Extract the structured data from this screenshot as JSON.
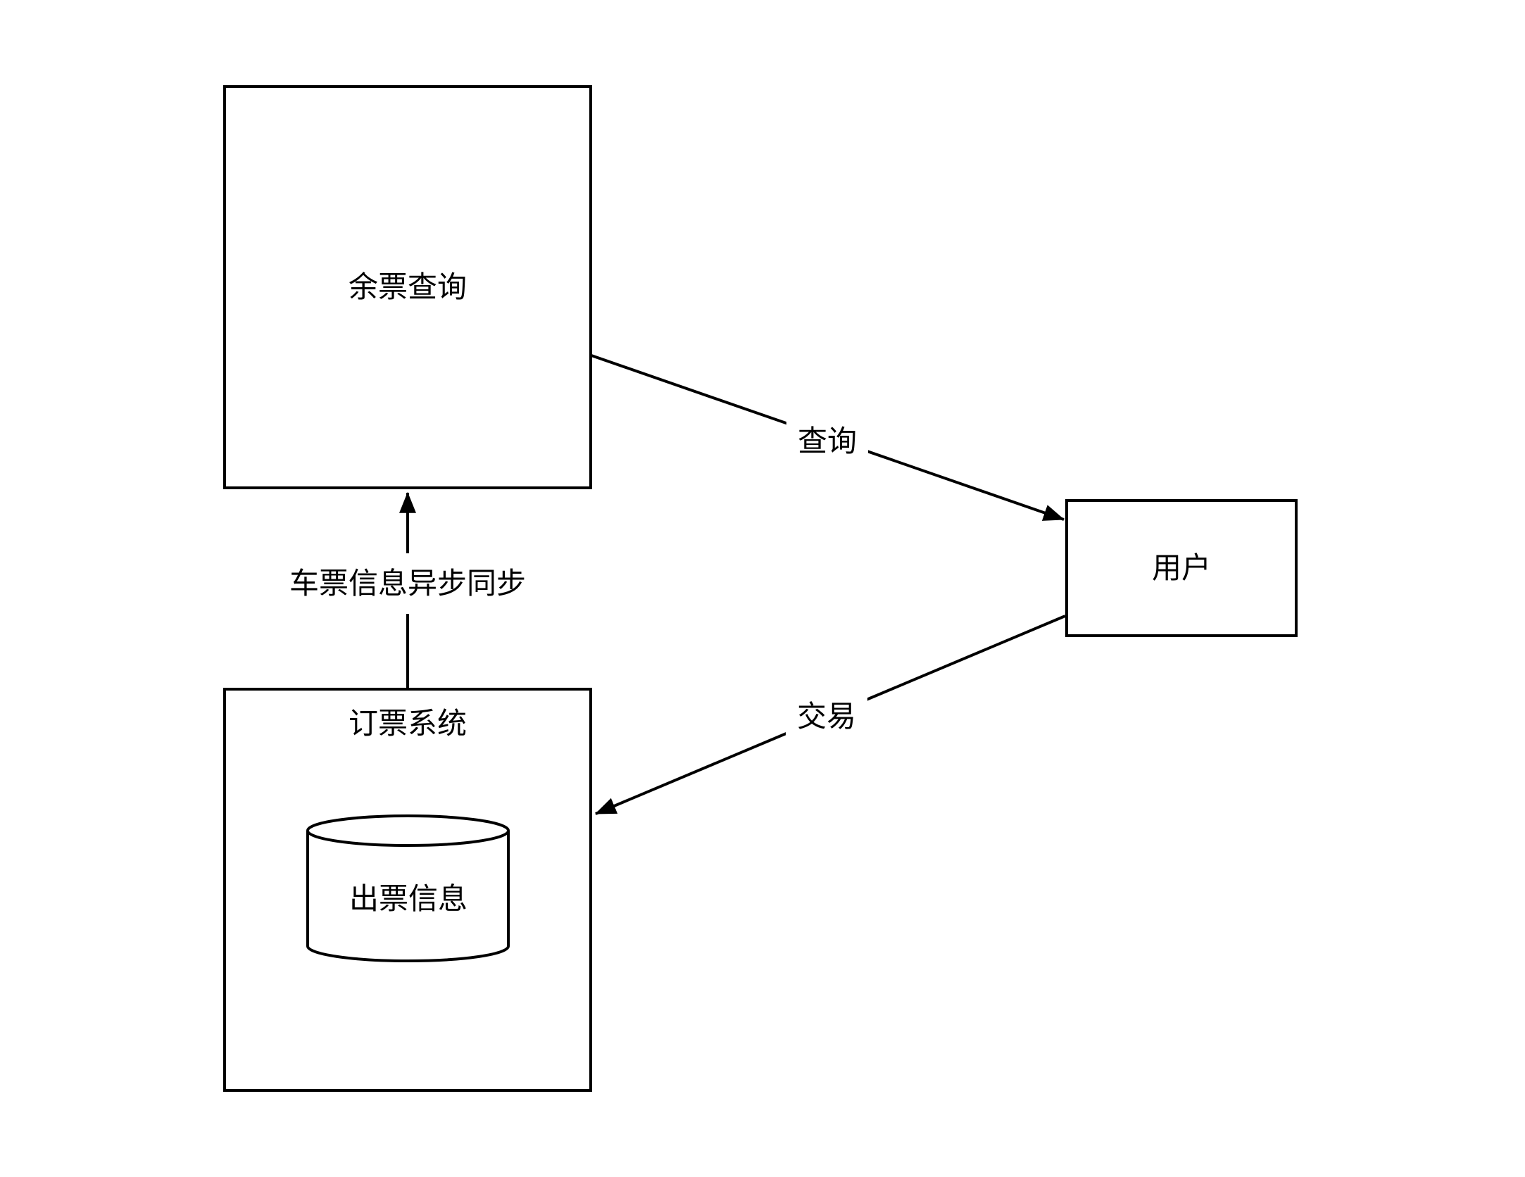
{
  "diagram": {
    "nodes": {
      "query_box": {
        "label": "余票查询"
      },
      "user_box": {
        "label": "用户"
      },
      "booking_box": {
        "label": "订票系统"
      },
      "db": {
        "label": "出票信息"
      }
    },
    "edges": {
      "query": {
        "label": "查询",
        "from": "余票查询",
        "to": "用户"
      },
      "transaction": {
        "label": "交易",
        "from": "用户",
        "to": "订票系统"
      },
      "sync": {
        "label": "车票信息异步同步",
        "from": "订票系统",
        "to": "余票查询"
      }
    },
    "colors": {
      "stroke": "#000000",
      "background": "#ffffff"
    }
  }
}
